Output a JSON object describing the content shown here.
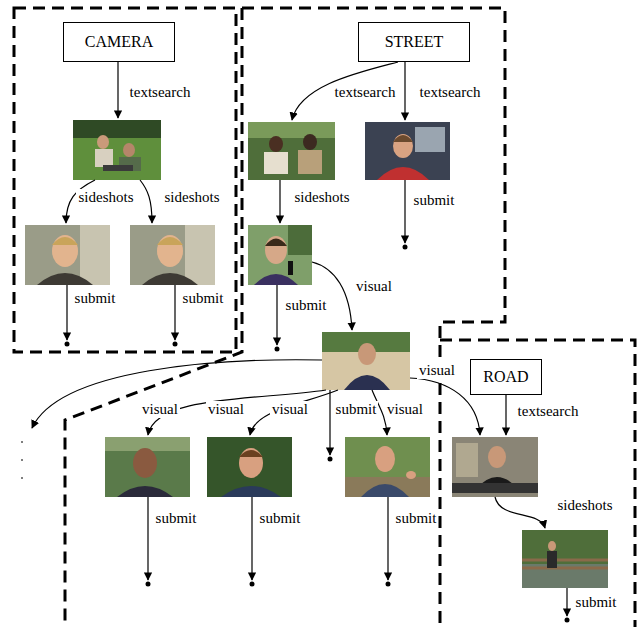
{
  "diagram": {
    "nodes": [
      {
        "text": [
          "CAMERA"
        ]
      },
      {
        "text": [
          "STREET"
        ]
      },
      {
        "text": [
          "ROAD"
        ]
      }
    ],
    "labels": [
      "textsearch",
      "sideshots",
      "sideshots",
      "submit",
      "submit",
      "textsearch",
      "textsearch",
      "sideshots",
      "submit",
      "submit",
      "visual",
      "visual",
      "visual",
      "visual",
      "submit",
      "visual",
      "visual",
      "textsearch",
      "submit",
      "submit",
      "submit",
      "sideshots",
      "submit"
    ]
  }
}
